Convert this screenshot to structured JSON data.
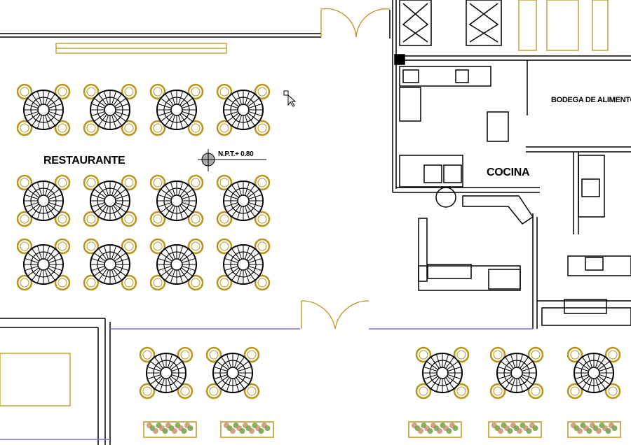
{
  "labels": {
    "restaurante": "RESTAURANTE",
    "cocina": "COCINA",
    "bodega": "BODEGA DE ALIMENTO",
    "npt": "N.P.T.+ 0.80"
  },
  "colors": {
    "wall": "#000000",
    "furniture": "#b8961e",
    "window": "#7b6fd6",
    "plant": "#6a9a3a"
  }
}
